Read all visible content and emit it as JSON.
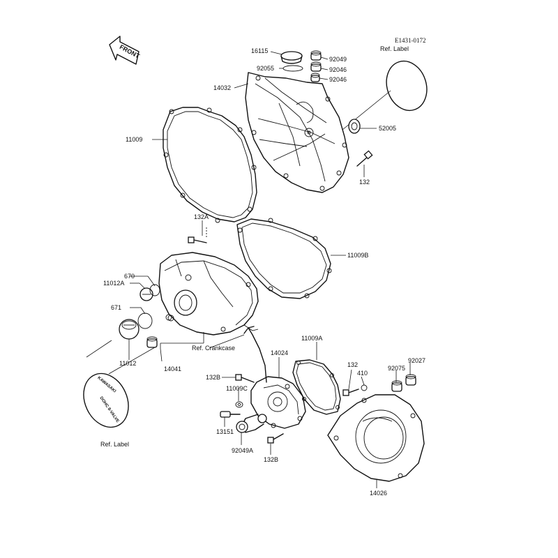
{
  "diagram_code": "E1431-0172",
  "front_label": "FRONT",
  "ref_label_top": "Ref. Label",
  "ref_label_bottom": "Ref. Label",
  "ref_crankcase": "Ref. Crankcase",
  "label_stamp_brand": "KAWASAKI",
  "label_stamp_text": "DOHC 8-VALVE",
  "parts": {
    "p16115": "16115",
    "p92049": "92049",
    "p92055": "92055",
    "p92046a": "92046",
    "p92046b": "92046",
    "p14032": "14032",
    "p52005": "52005",
    "p11009": "11009",
    "p132": "132",
    "p132a": "132A",
    "p11009b": "11009B",
    "p670": "670",
    "p11012a": "11012A",
    "p671": "671",
    "p11012": "11012",
    "p14041": "14041",
    "p11009a": "11009A",
    "p14024": "14024",
    "p132b_1": "132B",
    "p11009c": "11009C",
    "p13151": "13151",
    "p92049a": "92049A",
    "p132b_2": "132B",
    "p132_2": "132",
    "p410": "410",
    "p92075": "92075",
    "p92027": "92027",
    "p14026": "14026"
  }
}
